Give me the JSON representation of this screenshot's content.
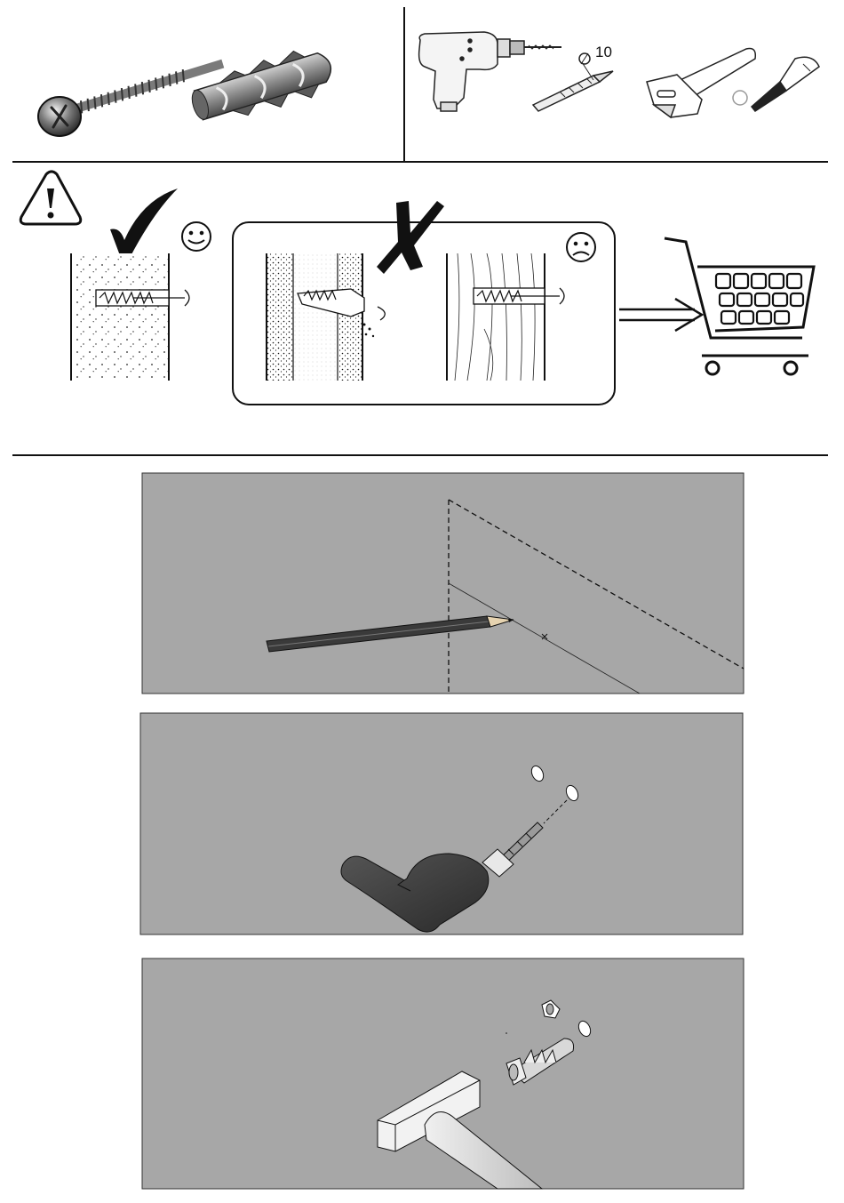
{
  "tools": {
    "drill_bit_diameter": "10"
  },
  "icons": {
    "warning": "warning-triangle-icon",
    "correct": "checkmark-icon",
    "incorrect": "cross-icon",
    "happy": "smiley-happy-icon",
    "sad": "smiley-sad-icon",
    "cart": "shopping-cart-icon",
    "arrow": "double-arrow-right-icon"
  },
  "colors": {
    "panel_bg": "#a7a7a7",
    "line": "#111111"
  },
  "steps": [
    {
      "name": "mark-position",
      "tool": "pencil"
    },
    {
      "name": "drill-holes",
      "tool": "drill"
    },
    {
      "name": "insert-anchors",
      "tool": "hammer"
    }
  ]
}
